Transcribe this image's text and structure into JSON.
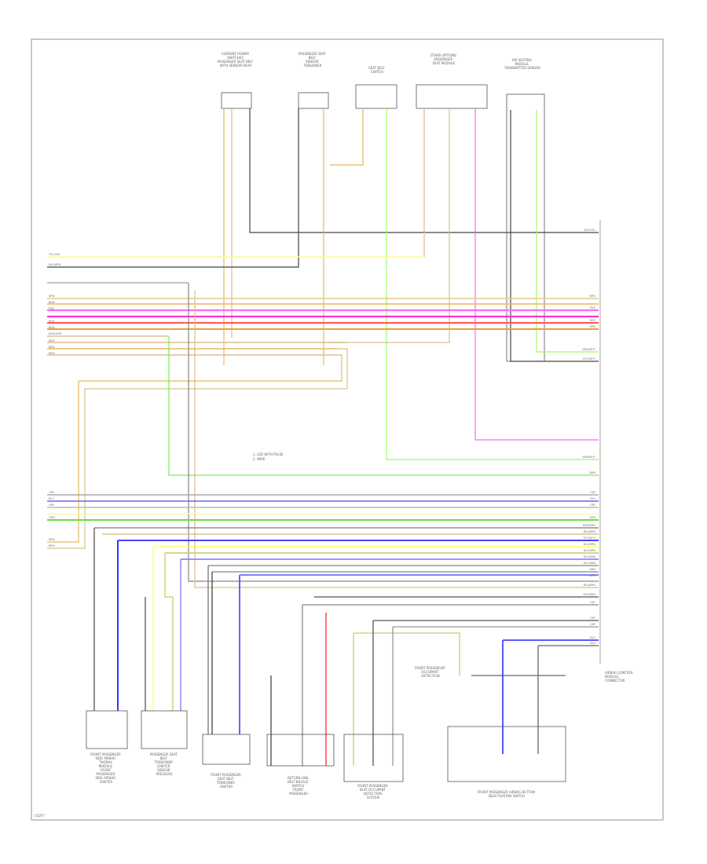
{
  "frame_title": "",
  "page_code": "C02F7",
  "top_components": [
    {
      "id": "c1",
      "lines": [
        "CURRENT POWER",
        "SWITCHES",
        "PASSENGER SEAT BELT",
        "WITH SENSOR REAR"
      ]
    },
    {
      "id": "c2",
      "lines": [
        "PASSENGER SEAT",
        "BELT",
        "SENSOR",
        "TENSIONER"
      ]
    },
    {
      "id": "c3",
      "lines": [
        "SEAT BELT",
        "SWITCH"
      ]
    },
    {
      "id": "c4",
      "lines": [
        "OTHER OPTIONS",
        "PASSENGER",
        "SEAT MODULE"
      ]
    },
    {
      "id": "c5",
      "lines": [
        "AIR SEATING",
        "MODULE",
        "TRANSMITTER SENSOR"
      ]
    }
  ],
  "bottom_components": [
    {
      "id": "b1",
      "lines": [
        "FRONT PASSENGER",
        "SIDE AIRBAG",
        "THORAX",
        "MODULE",
        "FRONT",
        "PASSENGER",
        "SIDE AIRBAG",
        "IGNITER"
      ]
    },
    {
      "id": "b2",
      "lines": [
        "PASSENGER SEAT",
        "BELT",
        "TENSIONER",
        "IGNITER",
        "SENSOR",
        "PRESSURE"
      ]
    },
    {
      "id": "b3",
      "lines": [
        "FRONT PASSENGER",
        "SEAT BELT",
        "TENSIONER",
        "IGNITER"
      ]
    },
    {
      "id": "b4",
      "lines": [
        "RETURN LINE",
        "BELT BUCKLE",
        "SWITCH",
        "FRONT",
        "PASSENGER"
      ]
    },
    {
      "id": "b5",
      "lines": [
        "FRONT PASSENGER",
        "SEAT OCCUPANT",
        "DETECTION",
        "SYSTEM"
      ]
    },
    {
      "id": "b6",
      "lines": [
        "FRONT PASSENGER",
        "OCCUPANT",
        "DETECTION"
      ]
    },
    {
      "id": "b7",
      "lines": [
        "FRONT PASSENGER AIRBAG BUTTON",
        "DEACTIVATION SWITCH"
      ]
    }
  ],
  "module_label": [
    "AIRBAG CONTROL",
    "MODULE",
    "CONNECTOR"
  ],
  "legend": [
    "1. LED WITH PULSE",
    "2. WIRE"
  ],
  "left_labels": [
    "YEL/GRY",
    "BLK/BRN",
    "BRN",
    "BRN",
    "PNK",
    "RED",
    "BRN",
    "BRN",
    "BRN/GRN",
    "BRN",
    "BRN",
    "BRN"
  ],
  "left_labels_lower": [
    "GRY",
    "BLU",
    "GRY",
    "GRN",
    "BRN",
    "BRN"
  ],
  "right_labels": [
    "BLK/YEL",
    "BRN",
    "PNK",
    "RED",
    "BRN",
    "GRN/WHT",
    "GRY/WHT",
    "GRN/WHT",
    "BRN",
    "GRY",
    "BLU",
    "GRY",
    "GRN",
    "BRN/BRN",
    "BLK/BRN",
    "YEL/WHT",
    "BLU/BRN",
    "BLU/BRN",
    "BLU/BRN",
    "BLU/BRN",
    "BRN",
    "BRN",
    "BLK/BRN",
    "GRY/BRN",
    "GRY",
    "GRY",
    "GRY",
    "BLU",
    "BLU"
  ],
  "colors": {
    "wire_tan": "#d9c08a",
    "wire_orange": "#e6b95c",
    "wire_pink": "#ff66ff",
    "wire_magenta": "#ff33cc",
    "wire_red": "#ff5555",
    "wire_green": "#77ee55",
    "wire_lime": "#99ff66",
    "wire_yellow": "#ffff66",
    "wire_blue": "#3333ff",
    "wire_lightblue": "#9999ff",
    "wire_gray": "#888888",
    "wire_black": "#333333",
    "wire_olive": "#cccc66"
  }
}
